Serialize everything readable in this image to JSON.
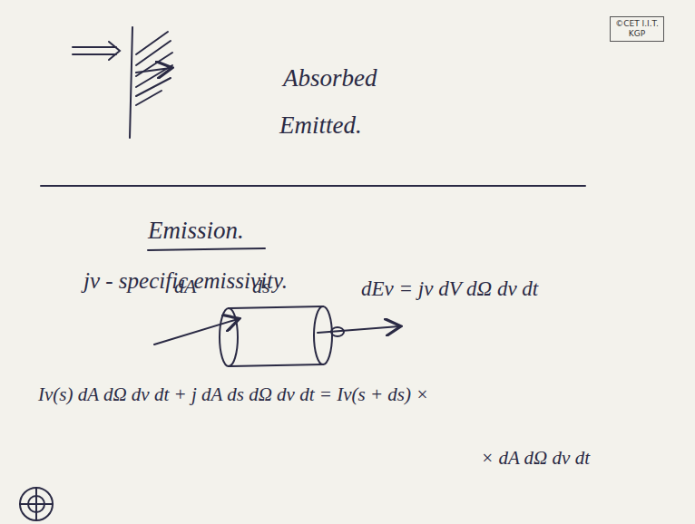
{
  "diagram": {
    "nodes": [
      {
        "text": [
          "©CET I.I.T. KGP"
        ]
      }
    ],
    "labels": [
      "Absorbed",
      "Emitted.",
      "Emission.",
      "jν -  specific emissivity.",
      "dA",
      "ds",
      "dEν = jν dV dΩ dν dt",
      "Iν(s) dA dΩ dν dt + j dA ds dΩ dν dt = Iν(s + ds) ×",
      "× dA dΩ dν dt"
    ]
  }
}
